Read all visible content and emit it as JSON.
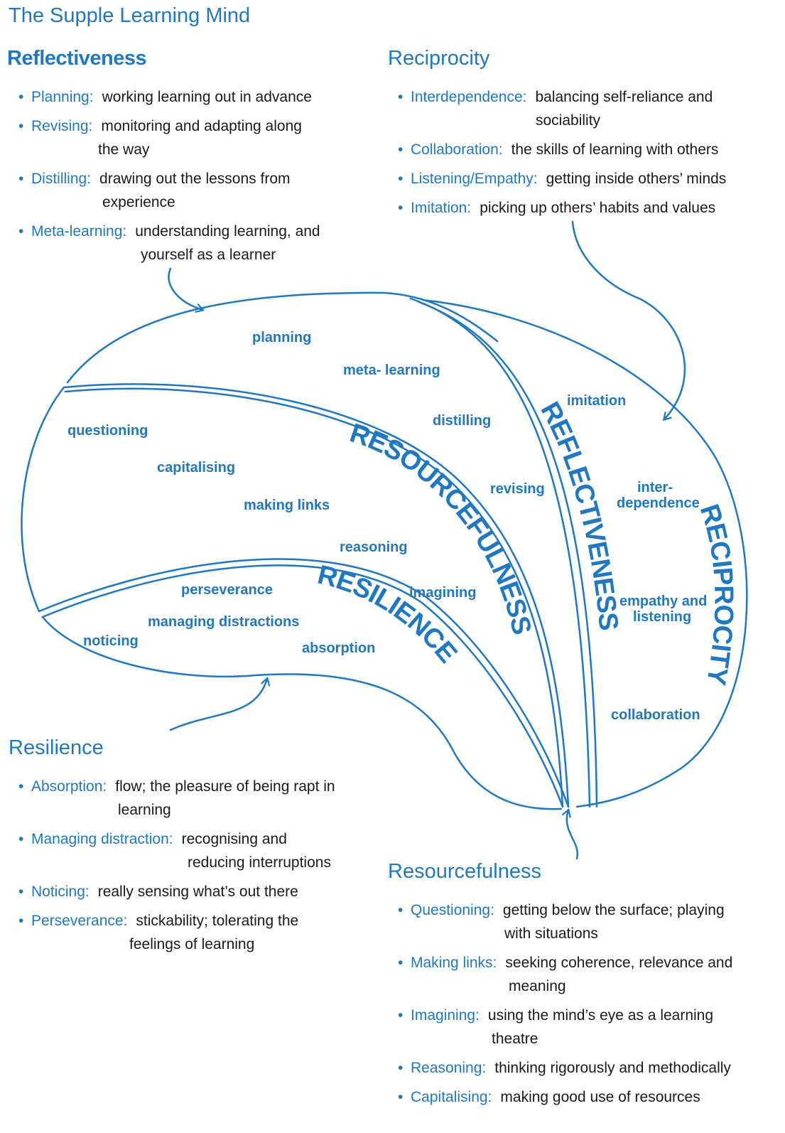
{
  "title": "The Supple Learning Mind",
  "sections": {
    "reflectiveness": {
      "heading": "Reflectiveness",
      "items": [
        {
          "term": "Planning:",
          "desc": "working learning out in advance",
          "desc2": ""
        },
        {
          "term": "Revising:",
          "desc": "monitoring and adapting along",
          "desc2": "the way"
        },
        {
          "term": "Distilling:",
          "desc": "drawing out the lessons from",
          "desc2": "experience"
        },
        {
          "term": "Meta-learning:",
          "desc": "understanding learning, and",
          "desc2": "yourself as a learner"
        }
      ]
    },
    "reciprocity": {
      "heading": "Reciprocity",
      "items": [
        {
          "term": "Interdependence:",
          "desc": "balancing self-reliance and",
          "desc2": "sociability"
        },
        {
          "term": "Collaboration:",
          "desc": "the skills of learning with others",
          "desc2": ""
        },
        {
          "term": "Listening/Empathy:",
          "desc": "getting inside others’ minds",
          "desc2": ""
        },
        {
          "term": "Imitation:",
          "desc": "picking up others’ habits and values",
          "desc2": ""
        }
      ]
    },
    "resilience": {
      "heading": "Resilience",
      "items": [
        {
          "term": "Absorption:",
          "desc": "flow; the pleasure of being rapt in",
          "desc2": "learning"
        },
        {
          "term": "Managing distraction:",
          "desc": "recognising and",
          "desc2": "reducing interruptions"
        },
        {
          "term": "Noticing:",
          "desc": "really sensing what’s out there",
          "desc2": ""
        },
        {
          "term": "Perseverance:",
          "desc": "stickability; tolerating the",
          "desc2": "feelings of learning"
        }
      ]
    },
    "resourcefulness": {
      "heading": "Resourcefulness",
      "items": [
        {
          "term": "Questioning:",
          "desc": "getting below the surface; playing",
          "desc2": "with situations"
        },
        {
          "term": "Making links:",
          "desc": "seeking coherence, relevance and",
          "desc2": "meaning"
        },
        {
          "term": "Imagining:",
          "desc": "using the mind’s eye as a learning",
          "desc2": "theatre"
        },
        {
          "term": "Reasoning:",
          "desc": "thinking rigorously and methodically",
          "desc2": ""
        },
        {
          "term": "Capitalising:",
          "desc": "making good use of resources",
          "desc2": ""
        }
      ]
    }
  },
  "diagram": {
    "big_words": {
      "resourcefulness": "RESOURCEFULNESS",
      "reflectiveness": "REFLECTIVENESS",
      "reciprocity": "RECIPROCITY",
      "resilience": "RESILIENCE"
    },
    "labels": {
      "planning": "planning",
      "meta_learning": "meta- learning",
      "distilling": "distilling",
      "revising": "revising",
      "imitation": "imitation",
      "inter": "inter-",
      "dependence": "dependence",
      "empathy_and": "empathy and",
      "listening": "listening",
      "collaboration": "collaboration",
      "questioning": "questioning",
      "capitalising": "capitalising",
      "making_links": "making links",
      "reasoning": "reasoning",
      "imagining": "imagining",
      "perseverance": "perseverance",
      "managing_distractions": "managing distractions",
      "noticing": "noticing",
      "absorption": "absorption"
    }
  },
  "colors": {
    "accent": "#1f78c1",
    "text": "#1a1a1a"
  }
}
